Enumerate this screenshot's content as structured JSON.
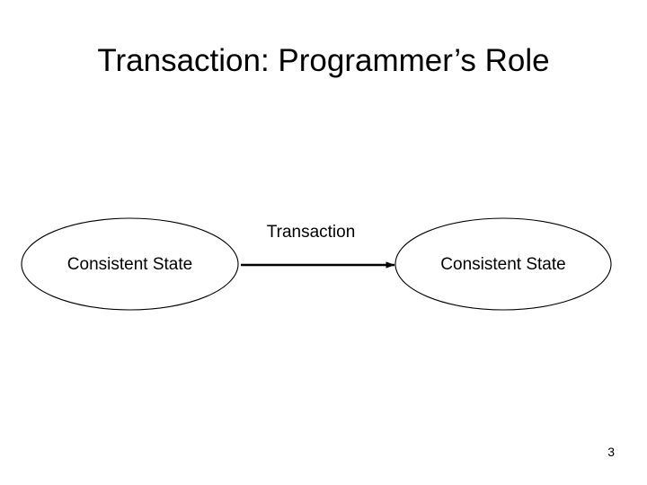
{
  "slide": {
    "title": "Transaction: Programmer’s Role",
    "page_number": "3",
    "background_color": "#ffffff",
    "text_color": "#000000"
  },
  "diagram": {
    "type": "flow",
    "stroke_color": "#000000",
    "fill_color": "none",
    "nodes": [
      {
        "id": "left-state",
        "shape": "ellipse",
        "label": "Consistent State"
      },
      {
        "id": "right-state",
        "shape": "ellipse",
        "label": "Consistent State"
      }
    ],
    "edges": [
      {
        "id": "transaction-edge",
        "from": "left-state",
        "to": "right-state",
        "label": "Transaction",
        "arrowhead": "solid-triangle"
      }
    ]
  }
}
